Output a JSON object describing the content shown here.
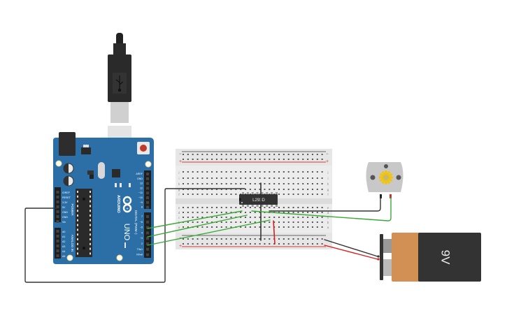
{
  "circuit": {
    "arduino": {
      "brand_label": "ARDUINO",
      "model_label": "UNO",
      "power_header_title": "POWER",
      "analog_header_title": "ANALOG IN",
      "digital_header_title": "DIGITAL (PWM~)",
      "power_pins": [
        "IOREF",
        "RESET",
        "3.3V",
        "5V",
        "GND",
        "GND",
        "Vin"
      ],
      "analog_pins": [
        "A0",
        "A1",
        "A2",
        "A3",
        "A4",
        "A5"
      ],
      "digital_pins_top": [
        "AREF",
        "GND",
        "13",
        "12",
        "~11",
        "~10",
        "~9",
        "8"
      ],
      "digital_pins_bottom": [
        "7",
        "~6",
        "~5",
        "4",
        "~3",
        "2",
        "TX▸1",
        "RX◂0"
      ],
      "led_labels": [
        "RX",
        "TX",
        "L"
      ],
      "on_label": "ON",
      "color_board": "#2b6fa6",
      "color_board_dark": "#1f5a8c"
    },
    "usb_cable": {
      "icon": "usb-icon"
    },
    "breadboard": {
      "rail_minus": "−",
      "rail_plus": "+",
      "row_letters_top": [
        "j",
        "i",
        "h",
        "g",
        "f"
      ],
      "row_letters_bottom": [
        "e",
        "d",
        "c",
        "b",
        "a"
      ],
      "color_rail_red": "#d33a3a",
      "color_rail_dark": "#555555"
    },
    "ic_chip": {
      "label": "L293D"
    },
    "motor": {
      "color_gear": "#f1c40f"
    },
    "battery": {
      "label": "9V",
      "color_top": "#d39055",
      "color_body": "#333333"
    },
    "wires": {
      "color_green": "#3aaa35",
      "color_black": "#333333",
      "color_red": "#d42020"
    }
  }
}
